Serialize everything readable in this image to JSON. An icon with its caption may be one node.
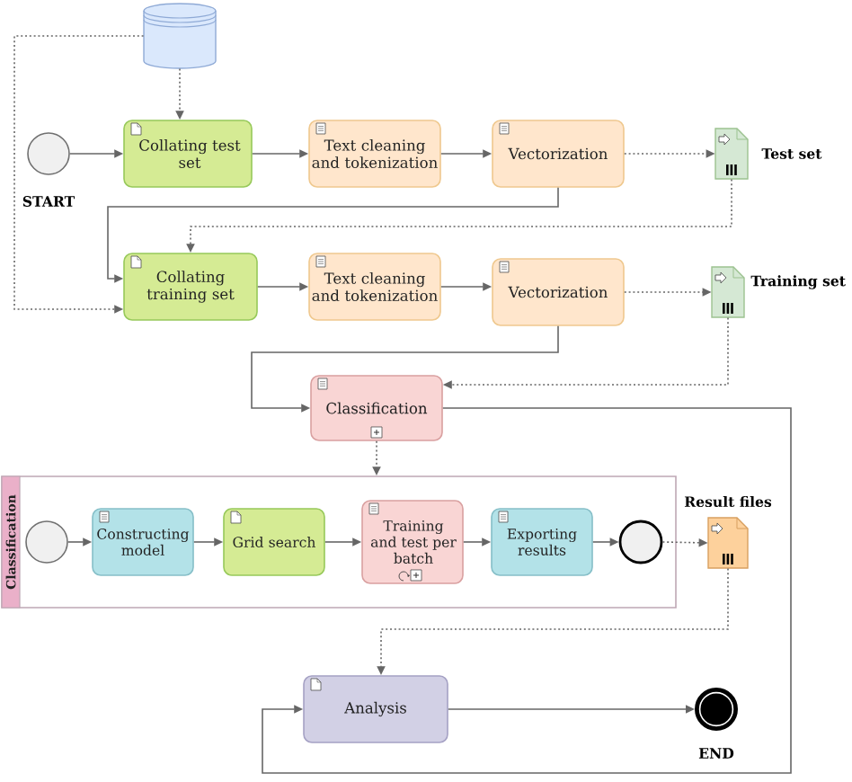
{
  "diagram": {
    "nodes": [
      {
        "text": [],
        "shape": "cylinder"
      },
      {
        "text": [],
        "shape": "circle",
        "beside": [
          "START"
        ]
      },
      {
        "text": [
          "Collating test set"
        ]
      },
      {
        "text": [
          "Text cleaning and tokenization"
        ]
      },
      {
        "text": [
          "Vectorization"
        ]
      },
      {
        "text": [],
        "shape": "document",
        "beside": [
          "Test set"
        ]
      },
      {
        "text": [
          "Collating training set"
        ]
      },
      {
        "text": [
          "Text cleaning and tokenization"
        ]
      },
      {
        "text": [
          "Vectorization"
        ]
      },
      {
        "text": [],
        "shape": "document",
        "beside": [
          "Training set"
        ]
      },
      {
        "text": [
          "Classification"
        ]
      },
      {
        "text": [
          "Classification"
        ]
      },
      {
        "text": [],
        "shape": "circle",
        "in": 11
      },
      {
        "text": [
          "Constructing model"
        ],
        "in": 11
      },
      {
        "text": [
          "Grid search"
        ],
        "in": 11
      },
      {
        "text": [
          "Training and test per batch"
        ],
        "in": 11
      },
      {
        "text": [
          "Exporting results"
        ],
        "in": 11
      },
      {
        "text": [],
        "shape": "circle",
        "in": 11
      },
      {
        "text": [],
        "shape": "document",
        "beside": [
          "Result files"
        ]
      },
      {
        "text": [
          "Analysis"
        ]
      },
      {
        "text": [],
        "shape": "circle",
        "beside": [
          "END"
        ]
      }
    ],
    "edges": [
      {
        "from": 0,
        "to": 2,
        "arrow": "to",
        "style": "dashed"
      },
      {
        "from": 0,
        "to": 6,
        "arrow": "to",
        "style": "dashed"
      },
      {
        "from": 1,
        "to": 2,
        "arrow": "to"
      },
      {
        "from": 2,
        "to": 3,
        "arrow": "to"
      },
      {
        "from": 3,
        "to": 4,
        "arrow": "to"
      },
      {
        "from": 4,
        "to": 5,
        "arrow": "to",
        "style": "dashed"
      },
      {
        "from": 4,
        "to": 6,
        "arrow": "to"
      },
      {
        "from": 5,
        "to": 6,
        "arrow": "to",
        "style": "dashed"
      },
      {
        "from": 6,
        "to": 7,
        "arrow": "to"
      },
      {
        "from": 7,
        "to": 8,
        "arrow": "to"
      },
      {
        "from": 8,
        "to": 9,
        "arrow": "to",
        "style": "dashed"
      },
      {
        "from": 8,
        "to": 10,
        "arrow": "to"
      },
      {
        "from": 9,
        "to": 10,
        "arrow": "to",
        "style": "dashed"
      },
      {
        "from": 10,
        "to": 11,
        "arrow": "to",
        "style": "dashed"
      },
      {
        "from": 10,
        "to": 19,
        "arrow": "to"
      },
      {
        "from": 12,
        "to": 13,
        "arrow": "to"
      },
      {
        "from": 13,
        "to": 14,
        "arrow": "to"
      },
      {
        "from": 14,
        "to": 15,
        "arrow": "to"
      },
      {
        "from": 15,
        "to": 16,
        "arrow": "to"
      },
      {
        "from": 16,
        "to": 17,
        "arrow": "to"
      },
      {
        "from": 17,
        "to": 18,
        "arrow": "to",
        "style": "dashed"
      },
      {
        "from": 18,
        "to": 19,
        "arrow": "to",
        "style": "dashed"
      },
      {
        "from": 19,
        "to": 20,
        "arrow": "to"
      }
    ]
  }
}
